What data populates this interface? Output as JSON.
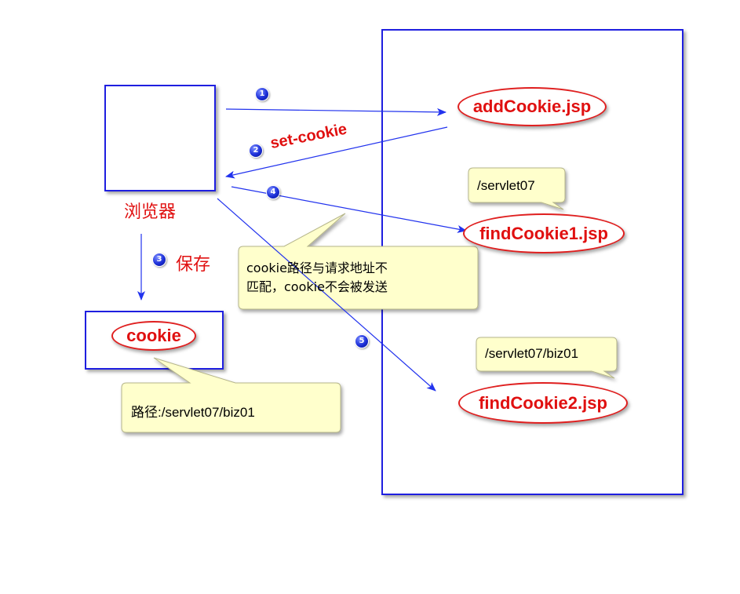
{
  "browser": {
    "label": "浏览器",
    "save_label": "保存"
  },
  "cookie_store": {
    "label": "cookie",
    "path_note": "路径:/servlet07/biz01"
  },
  "server": {
    "add_cookie": "addCookie.jsp",
    "find_cookie_1": "findCookie1.jsp",
    "find_cookie_2": "findCookie2.jsp",
    "path_1": "/servlet07",
    "path_2": "/servlet07/biz01"
  },
  "steps": {
    "step_1": "1",
    "step_2": "2",
    "step_3": "3",
    "step_4": "4",
    "step_5": "5",
    "set_cookie_label": "set-cookie"
  },
  "notes": {
    "mismatch_line_1": "cookie路径与请求地址不",
    "mismatch_line_2": "匹配，cookie不会被发送"
  },
  "colors": {
    "box_border": "#1f1fe0",
    "ellipse_border": "#e01f1f",
    "label_red": "#e01010",
    "arrow_blue": "#2233ee",
    "callout_fill": "#ffffcc"
  }
}
